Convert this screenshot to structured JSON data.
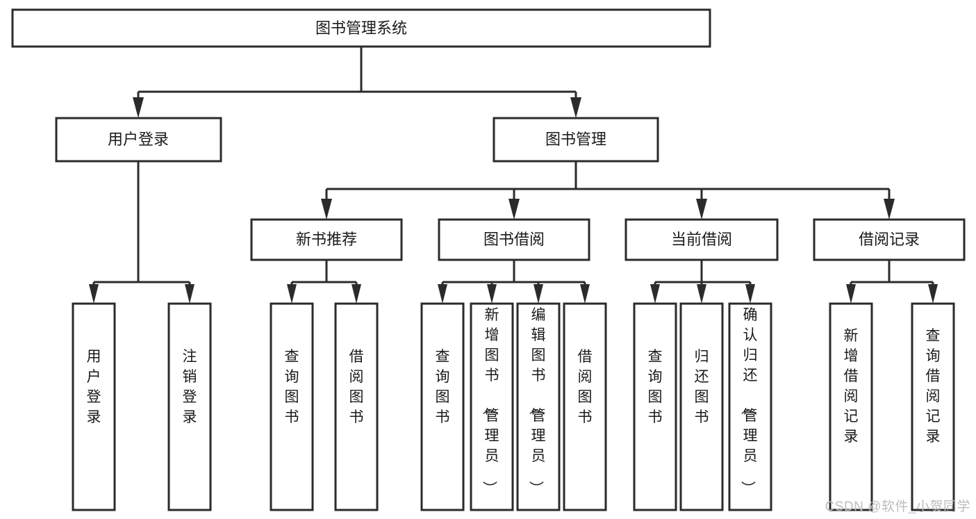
{
  "diagram": {
    "type": "hierarchy-tree",
    "title": "图书管理系统",
    "watermark": "CSDN @软件_小贺同学",
    "levels": {
      "root": {
        "id": "root",
        "label": "图书管理系统",
        "orientation": "horizontal"
      },
      "level2": [
        {
          "id": "user-login",
          "label": "用户登录",
          "orientation": "horizontal"
        },
        {
          "id": "book-management",
          "label": "图书管理",
          "orientation": "horizontal"
        }
      ],
      "level3": [
        {
          "id": "new-book-recommend",
          "label": "新书推荐",
          "orientation": "horizontal",
          "parent": "book-management"
        },
        {
          "id": "book-borrow",
          "label": "图书借阅",
          "orientation": "horizontal",
          "parent": "book-management"
        },
        {
          "id": "current-borrow",
          "label": "当前借阅",
          "orientation": "horizontal",
          "parent": "book-management"
        },
        {
          "id": "borrow-record",
          "label": "借阅记录",
          "orientation": "horizontal",
          "parent": "book-management"
        }
      ],
      "leaves": [
        {
          "id": "leaf-user-login",
          "label": "用户登录",
          "orientation": "vertical",
          "parent": "user-login"
        },
        {
          "id": "leaf-logout-login",
          "label": "注销登录",
          "orientation": "vertical",
          "parent": "user-login"
        },
        {
          "id": "leaf-query-book-1",
          "label": "查询图书",
          "orientation": "vertical",
          "parent": "new-book-recommend"
        },
        {
          "id": "leaf-borrow-book-1",
          "label": "借阅图书",
          "orientation": "vertical",
          "parent": "new-book-recommend"
        },
        {
          "id": "leaf-query-book-2",
          "label": "查询图书",
          "orientation": "vertical",
          "parent": "book-borrow"
        },
        {
          "id": "leaf-add-book",
          "label": "新增图书（管理员）",
          "orientation": "vertical",
          "parent": "book-borrow"
        },
        {
          "id": "leaf-edit-book",
          "label": "编辑图书（管理员）",
          "orientation": "vertical",
          "parent": "book-borrow"
        },
        {
          "id": "leaf-borrow-book-2",
          "label": "借阅图书",
          "orientation": "vertical",
          "parent": "book-borrow"
        },
        {
          "id": "leaf-query-book-3",
          "label": "查询图书",
          "orientation": "vertical",
          "parent": "current-borrow"
        },
        {
          "id": "leaf-return-book",
          "label": "归还图书",
          "orientation": "vertical",
          "parent": "current-borrow"
        },
        {
          "id": "leaf-confirm-return",
          "label": "确认归还（管理员）",
          "orientation": "vertical",
          "parent": "current-borrow"
        },
        {
          "id": "leaf-add-record",
          "label": "新增借阅记录",
          "orientation": "vertical",
          "parent": "borrow-record"
        },
        {
          "id": "leaf-query-record",
          "label": "查询借阅记录",
          "orientation": "vertical",
          "parent": "borrow-record"
        }
      ]
    },
    "colors": {
      "box_stroke": "#2b2b2b",
      "box_fill": "#ffffff",
      "text": "#1a1a1a",
      "connector": "#2b2b2b",
      "watermark": "#bdbdbd",
      "background": "#ffffff"
    }
  }
}
